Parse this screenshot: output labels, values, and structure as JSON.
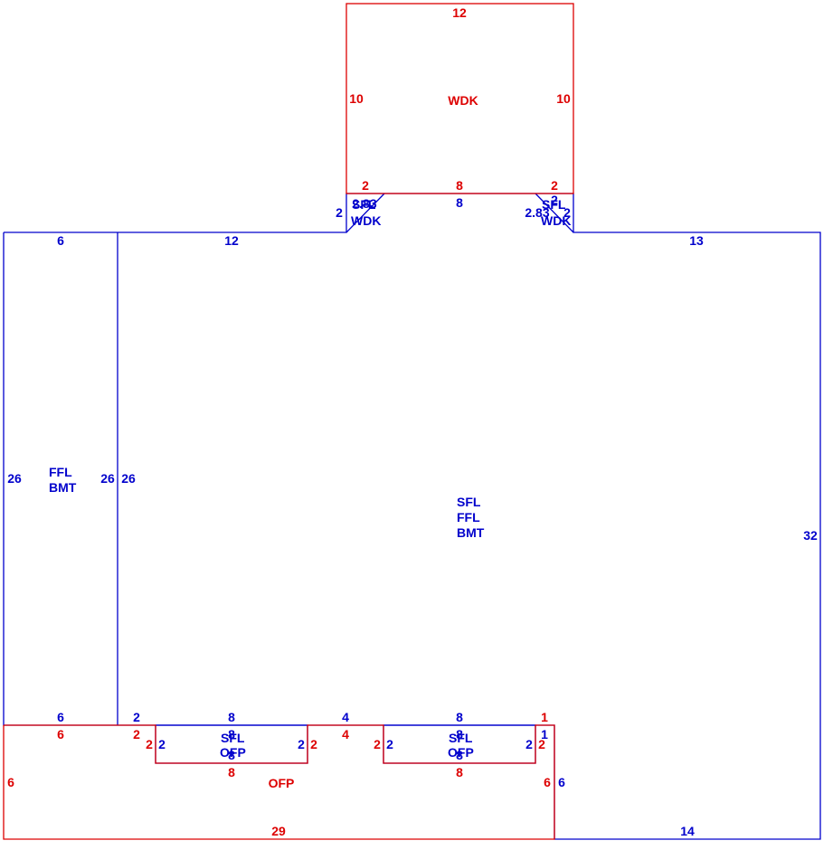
{
  "colors": {
    "living": "#0000cc",
    "exterior": "#dd0000",
    "background": "#ffffff"
  },
  "areas": {
    "wdk": {
      "label": "WDK"
    },
    "west_wing": {
      "lines": [
        "FFL",
        "BMT"
      ]
    },
    "main": {
      "lines": [
        "SFL",
        "FFL",
        "BMT"
      ]
    },
    "ofp": {
      "label": "OFP"
    },
    "stair_left": {
      "lines": [
        "SFL",
        "OFP"
      ]
    },
    "stair_right": {
      "lines": [
        "SFL",
        "OFP"
      ]
    },
    "corner_left": {
      "lines": [
        "SFL",
        "WDK"
      ]
    },
    "corner_right": {
      "lines": [
        "SFL",
        "WDK"
      ]
    }
  },
  "dimensions": {
    "wdk_top": "12",
    "wdk_left": "10",
    "wdk_right": "10",
    "wdk_bottom_left": "2",
    "wdk_bottom_mid": "8",
    "wdk_bottom_right": "2",
    "mid_top": "8",
    "corner_left_side": "2",
    "corner_left_diag": "2.83",
    "corner_right_diag": "2.83",
    "corner_right_side": "2",
    "corner_right_top": "2",
    "west_top": "6",
    "main_top_left": "12",
    "main_top_right": "13",
    "west_left": "26",
    "west_right": "26",
    "main_left": "26",
    "east_side": "32",
    "west_bottom": "6",
    "bottom_seg_a": "2",
    "bottom_stair_a": "8",
    "bottom_seg_b": "4",
    "bottom_stair_b": "8",
    "bottom_seg_c": "1",
    "ofp_top_left": "6",
    "ofp_top_seg_a": "2",
    "ofp_top_seg_b": "4",
    "ofp_left": "6",
    "ofp_right": "6",
    "ofp_right_inner": "6",
    "ofp_bottom": "29",
    "east_bottom": "14",
    "stair_a_left_red": "2",
    "stair_a_left_blue": "2",
    "stair_a_right_blue": "2",
    "stair_a_right_red": "2",
    "stair_a_top": "8",
    "stair_a_bottom": "8",
    "stair_a_bottom_red": "8",
    "stair_b_left_red": "2",
    "stair_b_left_blue": "2",
    "stair_b_right_blue": "2",
    "stair_b_right_red": "2",
    "stair_b_top": "8",
    "stair_b_bottom": "8",
    "stair_b_bottom_red": "8",
    "ofp_notch_blue": "1",
    "ofp_notch_red": "2"
  }
}
